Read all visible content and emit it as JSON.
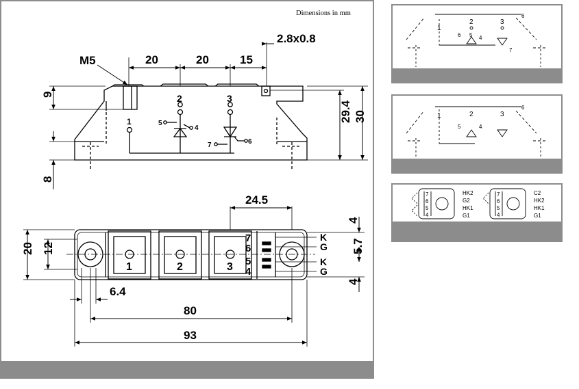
{
  "header": {
    "dimensions_note": "Dimensions in mm"
  },
  "side_view": {
    "labels": {
      "m5": "M5",
      "w20a": "20",
      "w20b": "20",
      "w15": "15",
      "tab": "2.8x0.8",
      "h9": "9",
      "h29_4": "29.4",
      "h30": "30",
      "h8": "8"
    },
    "pins": {
      "p1": "1",
      "p2": "2",
      "p3": "3",
      "p4": "4",
      "p5": "5",
      "p6": "6",
      "p7": "7"
    }
  },
  "top_view": {
    "labels": {
      "d24_5": "24.5",
      "d20": "20",
      "d12": "12",
      "d6_4": "6.4",
      "d80": "80",
      "d93": "93",
      "d4a": "4",
      "d5_7": "5.7",
      "d4b": "4"
    },
    "terminals": {
      "t1": "1",
      "t2": "2",
      "t3": "3"
    },
    "aux_pins": [
      "7",
      "6",
      "5",
      "4"
    ],
    "aux_signals": [
      "K",
      "G",
      "K",
      "G"
    ]
  },
  "variants": {
    "circuit_a": {
      "p1": "1",
      "p2": "2",
      "p3": "3",
      "p6": "6",
      "p5": "5",
      "p4": "4",
      "p7": "7",
      "p6b": "6"
    },
    "circuit_b": {
      "p1": "1",
      "p2": "2",
      "p3": "3",
      "p5": "5",
      "p4": "4",
      "p6": "6"
    },
    "pinout": {
      "left_nums": [
        "7",
        "6",
        "5",
        "4"
      ],
      "left_sig": [
        "HK2",
        "G2",
        "HK1",
        "G1"
      ],
      "right_nums": [
        "7",
        "6",
        "5",
        "4"
      ],
      "right_sig": [
        "C2",
        "HK2",
        "HK1",
        "G1"
      ]
    }
  }
}
